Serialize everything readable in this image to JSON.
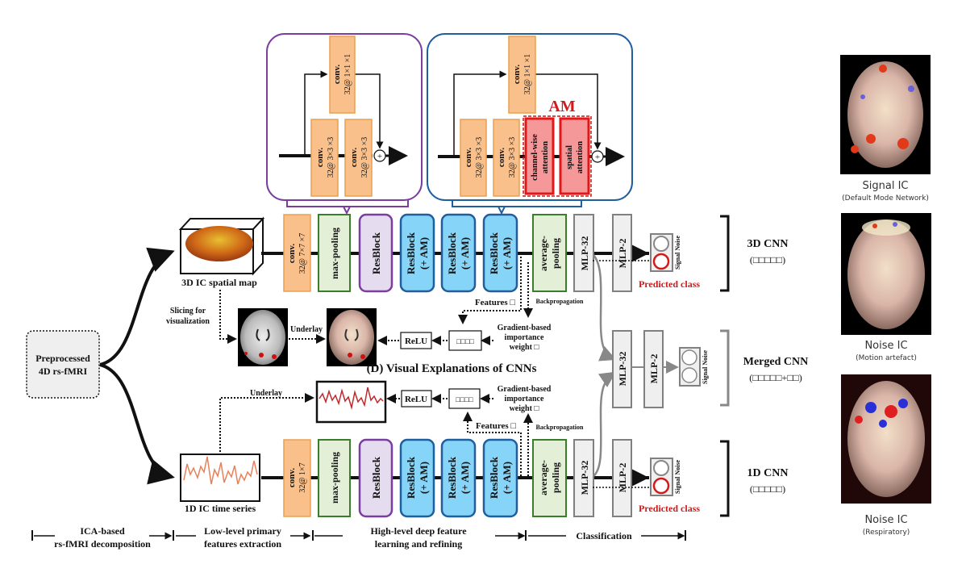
{
  "colors": {
    "conv_fill": "#f9c08c",
    "conv_stroke": "#e8a050",
    "pool_fill": "#e3efd6",
    "pool_stroke": "#3a7d2a",
    "resblock_fill": "#e6dcef",
    "resblock_stroke": "#7a3ea0",
    "resblock_am_fill": "#86d4f7",
    "resblock_am_stroke": "#1f5f9e",
    "mlp_fill": "#efefef",
    "mlp_stroke": "#808080",
    "attention_fill": "#f4989a",
    "attention_stroke": "#e01818",
    "predicted": "#d11a1a",
    "inset_resblock_border": "#7a3ea0",
    "inset_resblock_am_border": "#1f5f9e"
  },
  "inset_resblock": {
    "shortcut_conv": [
      "conv.",
      "32@ 1×1 ×1"
    ],
    "conv1": [
      "conv.",
      "32@ 3×3 ×3"
    ],
    "conv2": [
      "conv.",
      "32@ 3×3 ×3"
    ],
    "sum_symbol": "+"
  },
  "inset_resblock_am": {
    "shortcut_conv": [
      "conv.",
      "32@ 1×1 ×1"
    ],
    "conv1": [
      "conv.",
      "32@ 3×3 ×3"
    ],
    "conv2": [
      "conv.",
      "32@ 3×3 ×3"
    ],
    "am_label": "AM",
    "channel_attention": [
      "channel-wise",
      "attention"
    ],
    "spatial_attention": [
      "spatial",
      "attention"
    ],
    "sum_symbol": "+"
  },
  "input": {
    "label": [
      "Preprocessed",
      "4D rs-fMRI"
    ]
  },
  "spatial_map_label": "3D IC spatial map",
  "time_series_label": "1D IC time series",
  "slicing_label": [
    "Slicing for",
    "visualization"
  ],
  "underlay_label": "Underlay",
  "pipeline_3d": {
    "conv": [
      "conv.",
      "32@ 7×7 ×7"
    ],
    "maxpool": "max-pooling",
    "resblock": "ResBlock",
    "resblock_am": [
      "ResBlock",
      "(+ AM)"
    ],
    "avgpool": [
      "average-",
      "pooling"
    ],
    "mlp32": "MLP-32",
    "mlp2": "MLP-2",
    "output_classes": "Signal  Noise",
    "predicted": "Predicted class",
    "features": "Features □",
    "backprop": "Backpropagation"
  },
  "pipeline_1d": {
    "conv": [
      "conv.",
      "32@ 1×7"
    ],
    "maxpool": "max-pooling",
    "resblock": "ResBlock",
    "resblock_am": [
      "ResBlock",
      "(+ AM)"
    ],
    "avgpool": [
      "average-",
      "pooling"
    ],
    "mlp32": "MLP-32",
    "mlp2": "MLP-2",
    "output_classes": "Signal  Noise",
    "predicted": "Predicted class",
    "features": "Features □",
    "backprop": "Backpropagation"
  },
  "merged": {
    "mlp32": "MLP-32",
    "mlp2": "MLP-2",
    "output_classes": "Signal  Noise"
  },
  "visual_explanations": {
    "title": "(D) Visual Explanations of CNNs",
    "relu": "ReLU",
    "product": "□□□□",
    "gradient_weight": [
      "Gradient-based",
      "importance",
      "weight □"
    ]
  },
  "models": [
    {
      "name": "3D CNN",
      "formula": "(□□□□□)"
    },
    {
      "name": "Merged CNN",
      "formula": "(□□□□□+□□)"
    },
    {
      "name": "1D CNN",
      "formula": "(□□□□□)"
    }
  ],
  "stages": [
    [
      "ICA-based",
      "rs-fMRI decomposition"
    ],
    [
      "Low-level primary",
      "features extraction"
    ],
    [
      "High-level deep feature",
      "learning and refining"
    ],
    [
      "Classification"
    ]
  ],
  "examples": [
    {
      "title": "Signal IC",
      "subtitle": "(Default Mode Network)"
    },
    {
      "title": "Noise IC",
      "subtitle": "(Motion artefact)"
    },
    {
      "title": "Noise IC",
      "subtitle": "(Respiratory)"
    }
  ]
}
